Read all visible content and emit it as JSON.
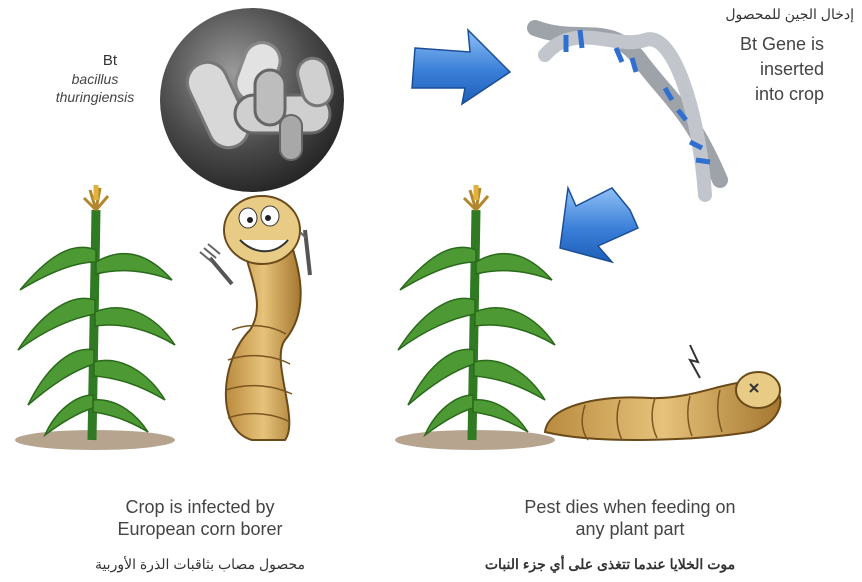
{
  "bacterium": {
    "name": "Bt",
    "scientific_name_line1": "bacillus",
    "scientific_name_line2": "thuringiensis"
  },
  "gene_step": {
    "arabic_label": "إدخال الجين للمحصول",
    "line1": "Bt Gene is",
    "line2": "inserted",
    "line3": "into crop"
  },
  "left_panel": {
    "caption_line1": "Crop is infected by",
    "caption_line2": "European corn borer",
    "arabic_caption": "محصول مصاب بثاقبات الذرة الأوربية"
  },
  "right_panel": {
    "caption_line1": "Pest dies when feeding on",
    "caption_line2": "any plant part",
    "arabic_caption": "موت الخلايا عندما تتغذى على أي جزء النبات"
  },
  "colors": {
    "arrow_blue": "#4a8ee0",
    "dna_gray": "#a9adb3",
    "dna_blue": "#3a7bd5",
    "stalk_green": "#3f8a2a",
    "worm_tan": "#c9a25a"
  }
}
